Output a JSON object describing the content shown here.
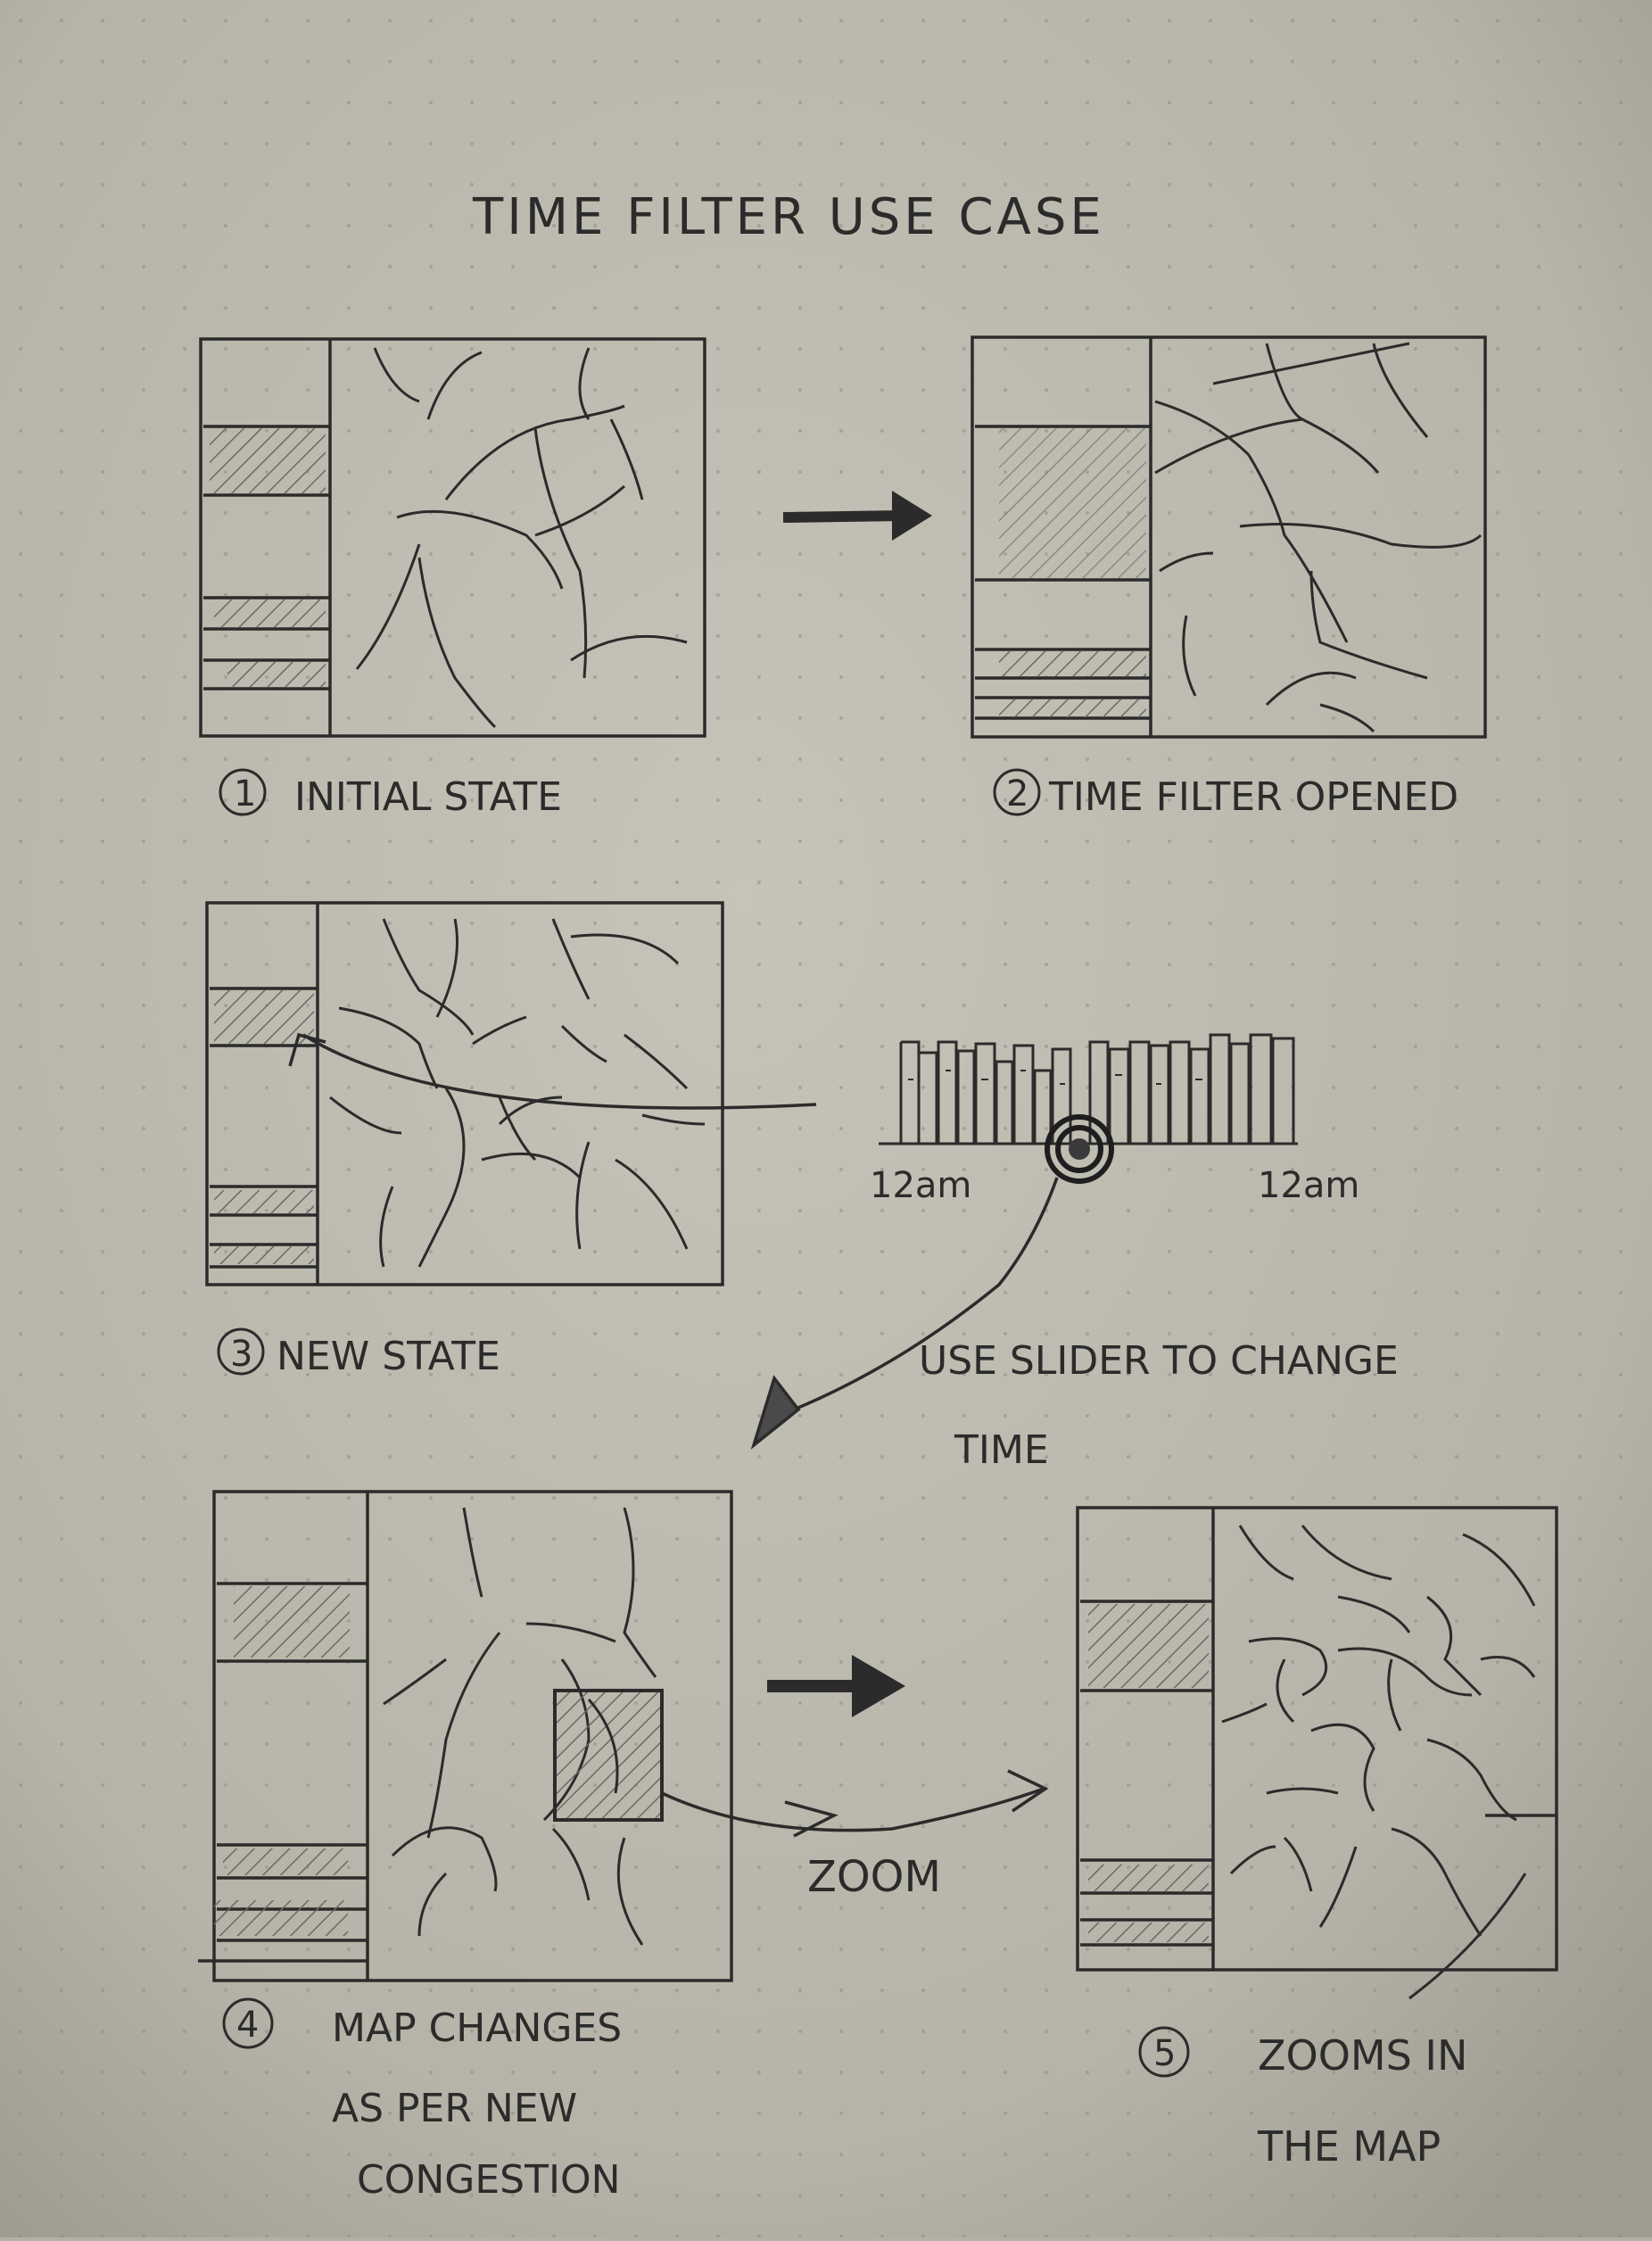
{
  "title": "TIME FILTER USE CASE",
  "slider": {
    "start_label": "12am",
    "end_label": "12am",
    "caption_line1": "USE SLIDER TO CHANGE",
    "caption_line2": "TIME"
  },
  "zoom_label": "ZOOM",
  "states": [
    {
      "number": "1",
      "lines": [
        "INITIAL STATE"
      ]
    },
    {
      "number": "2",
      "lines": [
        "TIME FILTER OPENED"
      ]
    },
    {
      "number": "3",
      "lines": [
        "NEW STATE"
      ]
    },
    {
      "number": "4",
      "lines": [
        "MAP CHANGES",
        "AS PER NEW",
        "CONGESTION"
      ]
    },
    {
      "number": "5",
      "lines": [
        "ZOOMS IN",
        "THE MAP"
      ]
    }
  ],
  "colors": {
    "paper": "#bdbaaf",
    "ink": "#2b2b2b",
    "hatch": "#6a6a66"
  }
}
